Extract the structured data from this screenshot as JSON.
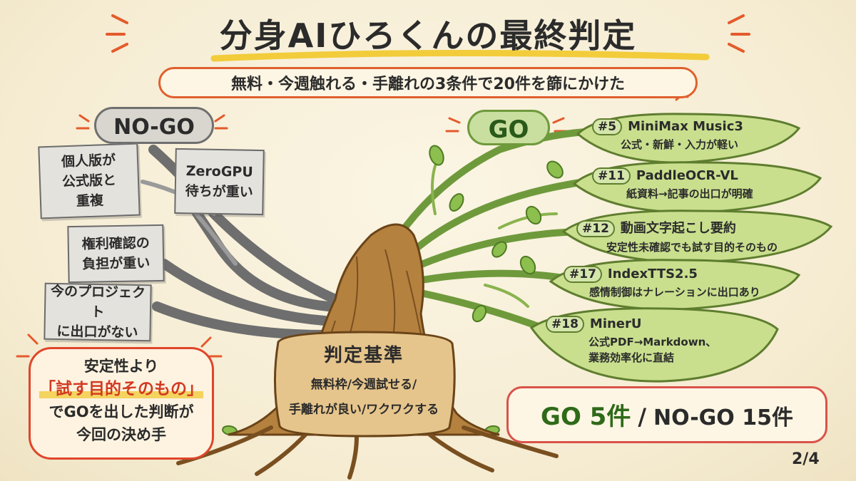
{
  "title": "分身AIひろくんの最終判定",
  "subtitle": "無料・今週触れる・手離れの3条件で20件を篩にかけた",
  "nogo": {
    "label": "NO-GO",
    "notes": [
      "個人版が\n公式版と\n重複",
      "ZeroGPU\n待ちが重い",
      "権利確認の\n負担が重い",
      "今のプロジェクト\nに出口がない"
    ]
  },
  "go": {
    "label": "GO",
    "items": [
      {
        "num": "#5",
        "name": "MiniMax Music3",
        "desc": "公式・新鮮・入力が軽い"
      },
      {
        "num": "#11",
        "name": "PaddleOCR-VL",
        "desc": "紙資料→記事の出口が明確"
      },
      {
        "num": "#12",
        "name": "動画文字起こし要約",
        "desc": "安定性未確認でも試す目的そのもの"
      },
      {
        "num": "#17",
        "name": "IndexTTS2.5",
        "desc": "感情制御はナレーションに出口あり"
      },
      {
        "num": "#18",
        "name": "MinerU",
        "desc": "公式PDF→Markdown、業務効率化に直結"
      }
    ]
  },
  "criteria": {
    "title": "判定基準",
    "lines": [
      "無料枠/今週試せる/",
      "手離れが良い/ワクワクする"
    ]
  },
  "verdict": {
    "line1": "安定性より",
    "highlight": "「試す目的そのもの」",
    "line3": "でGOを出した判断が",
    "line4": "今回の決め手"
  },
  "summary": {
    "go": "GO 5件",
    "separator": "/",
    "nogo": "NO-GO 15件"
  },
  "page": "2/4"
}
